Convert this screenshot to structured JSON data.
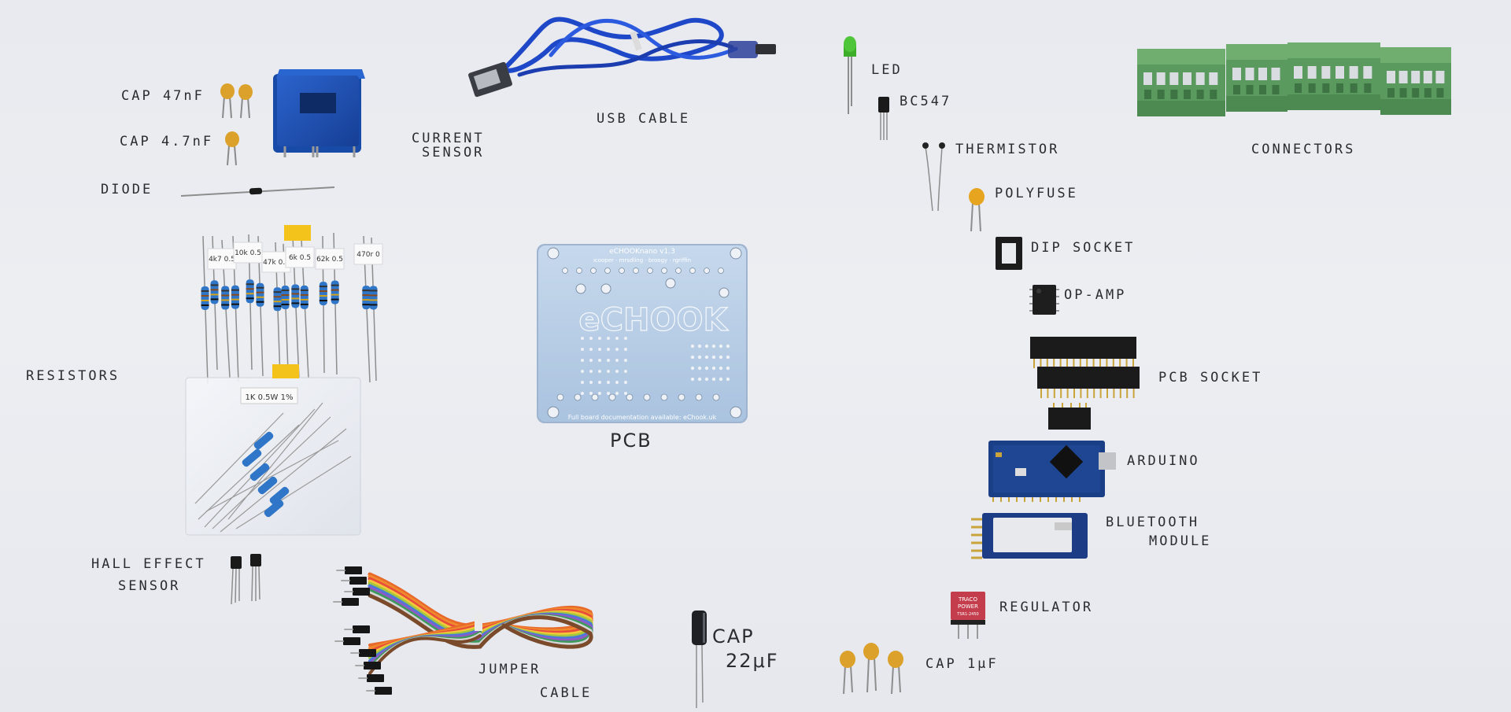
{
  "labels": {
    "cap47": "CAP 47nF",
    "cap47_2": "CAP 4.7nF",
    "diode": "DIODE",
    "current_sensor_1": "CURRENT",
    "current_sensor_2": "SENSOR",
    "usb_cable": "USB CABLE",
    "led": "LED",
    "bc547": "BC547",
    "thermistor": "THERMISTOR",
    "connectors": "CONNECTORS",
    "polyfuse": "POLYFUSE",
    "dip_socket": "DIP SOCKET",
    "op_amp": "OP-AMP",
    "resistors": "RESISTORS",
    "pcb": "PCB",
    "pcb_socket": "PCB SOCKET",
    "arduino": "ARDUINO",
    "bluetooth_1": "BLUETOOTH",
    "bluetooth_2": "MODULE",
    "hall_1": "HALL EFFECT",
    "hall_2": "SENSOR",
    "jumper_1": "JUMPER",
    "jumper_2": "CABLE",
    "cap22_1": "CAP",
    "cap22_2": "22μF",
    "regulator": "REGULATOR",
    "cap1": "CAP 1μF"
  },
  "resistor_tags": [
    "4k7 0.5",
    "10k 0.5",
    "47k 0.5",
    "6k 0.5",
    "62k 0.5",
    "470r 0"
  ],
  "bag_tag": "1K 0.5W 1%",
  "pcb_text": {
    "title": "eCHOOKnano v1.3",
    "credits": "icooper · mrsdling · broogy · rgriffin",
    "logo": "eCHOOK",
    "footer": "Full board documentation available: eChook.uk"
  },
  "regulator_text": [
    "TRACO",
    "POWER",
    "TSR1-2450"
  ],
  "colors": {
    "sensor_blue": "#1f52b8",
    "connector_green": "#5a9a5e",
    "pcb_blue": "#b9cfe6",
    "arduino_blue": "#1b3f86",
    "cap_orange": "#e0a12a",
    "regulator_red": "#c43d4d"
  }
}
